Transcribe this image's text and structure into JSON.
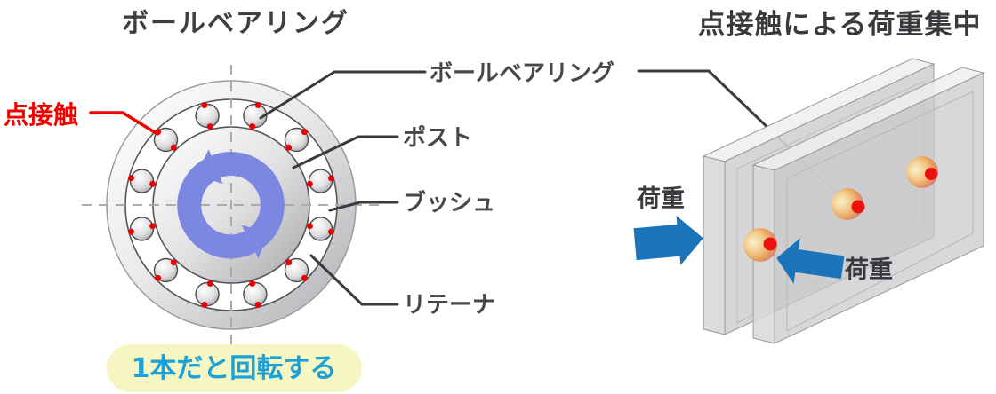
{
  "left_panel": {
    "title": "ボールベアリング",
    "callouts": {
      "point_contact": "点接触",
      "ball_bearing": "ボールベアリング",
      "post": "ポスト",
      "bush": "ブッシュ",
      "retainer": "リテーナ"
    },
    "caption_badge": "1本だと回転する"
  },
  "right_panel": {
    "title": "点接触による荷重集中",
    "load_left": "荷重",
    "load_right": "荷重"
  },
  "colors": {
    "highlight_red": "#f20000",
    "contact_dot_red": "#e90000",
    "rotation_arrow_blue": "#7c87e1",
    "load_arrow_blue": "#1b73b9",
    "caption_bg_yellow": "#f6f6c3",
    "caption_text_blue": "#1ba0d8",
    "title_gray": "#3a3a3e",
    "plate_gray": "#cfcfd3"
  }
}
